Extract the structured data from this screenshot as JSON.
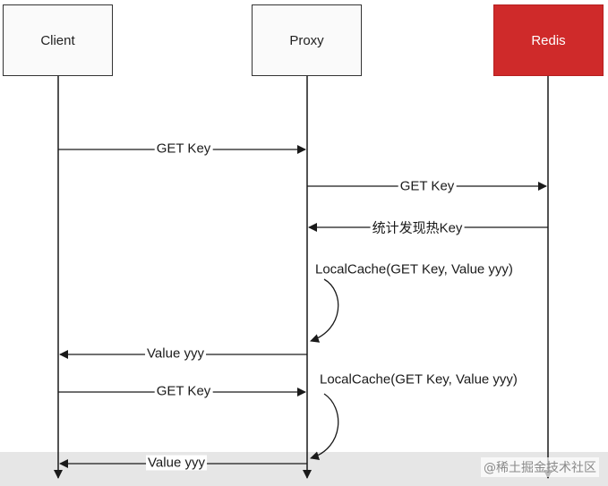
{
  "participants": {
    "client": "Client",
    "proxy": "Proxy",
    "redis": "Redis"
  },
  "messages": {
    "m1": "GET Key",
    "m2": "GET Key",
    "m3": "统计发现热Key",
    "m4": "LocalCache(GET Key, Value yyy)",
    "m5": "Value yyy",
    "m6": "GET Key",
    "m7": "LocalCache(GET Key, Value yyy)",
    "m8": "Value yyy"
  },
  "watermark": "@稀土掘金技术社区",
  "colors": {
    "redis_fill": "#cf2a2a",
    "line": "#1a1a1a",
    "dot": "#d9232e"
  }
}
